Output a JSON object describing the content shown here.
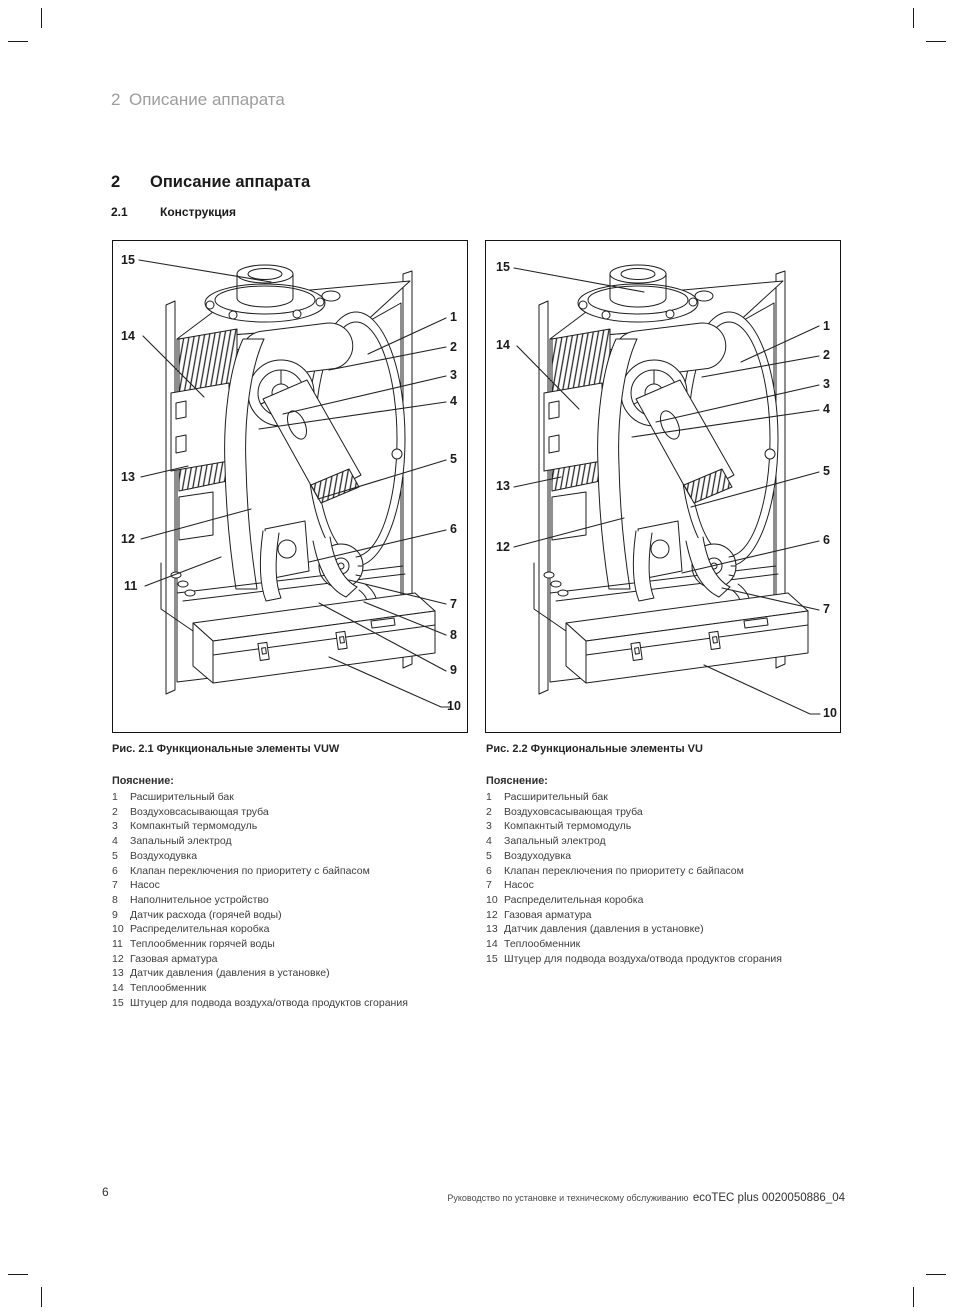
{
  "page": {
    "running_header": {
      "number": "2",
      "title": "Описание аппарата"
    },
    "section": {
      "number": "2",
      "title": "Описание аппарата"
    },
    "subsection": {
      "number": "2.1",
      "title": "Конструкция"
    },
    "footer": {
      "page_number": "6",
      "manual_title": "Руководство по установке и техническому обслуживанию",
      "doc_id": "ecoTEC plus 0020050886_04"
    }
  },
  "figures": [
    {
      "caption": "Рис. 2.1 Функциональные элементы VUW",
      "legend_title": "Пояснение:",
      "legend": [
        {
          "num": "1",
          "text": "Расширительный бак"
        },
        {
          "num": "2",
          "text": "Воздуховсасывающая труба"
        },
        {
          "num": "3",
          "text": "Компакнтый термомодуль"
        },
        {
          "num": "4",
          "text": "Запальный электрод"
        },
        {
          "num": "5",
          "text": "Воздуходувка"
        },
        {
          "num": "6",
          "text": "Клапан переключения по приоритету с байпасом"
        },
        {
          "num": "7",
          "text": "Насос"
        },
        {
          "num": "8",
          "text": "Наполнительное устройство"
        },
        {
          "num": "9",
          "text": "Датчик расхода (горячей воды)"
        },
        {
          "num": "10",
          "text": "Распределительная коробка"
        },
        {
          "num": "11",
          "text": "Теплообменник горячей воды"
        },
        {
          "num": "12",
          "text": "Газовая арматура"
        },
        {
          "num": "13",
          "text": "Датчик давления (давления в установке)"
        },
        {
          "num": "14",
          "text": "Теплообменник"
        },
        {
          "num": "15",
          "text": "Штуцер для подвода воздуха/отвода продуктов сгорания"
        }
      ],
      "callouts": {
        "c1": "1",
        "c2": "2",
        "c3": "3",
        "c4": "4",
        "c5": "5",
        "c6": "6",
        "c7": "7",
        "c8": "8",
        "c9": "9",
        "c10": "10",
        "c11": "11",
        "c12": "12",
        "c13": "13",
        "c14": "14",
        "c15": "15"
      }
    },
    {
      "caption": "Рис. 2.2 Функциональные элементы VU",
      "legend_title": "Пояснение:",
      "legend": [
        {
          "num": "1",
          "text": "Расширительный бак"
        },
        {
          "num": "2",
          "text": "Воздуховсасывающая труба"
        },
        {
          "num": "3",
          "text": "Компакнтый термомодуль"
        },
        {
          "num": "4",
          "text": "Запальный электрод"
        },
        {
          "num": "5",
          "text": "Воздуходувка"
        },
        {
          "num": "6",
          "text": "Клапан переключения по приоритету с байпасом"
        },
        {
          "num": "7",
          "text": "Насос"
        },
        {
          "num": "10",
          "text": "Распределительная коробка"
        },
        {
          "num": "12",
          "text": "Газовая арматура"
        },
        {
          "num": "13",
          "text": "Датчик давления (давления в установке)"
        },
        {
          "num": "14",
          "text": "Теплообменник"
        },
        {
          "num": "15",
          "text": "Штуцер для подвода воздуха/отвода продуктов сгорания"
        }
      ],
      "callouts": {
        "c1": "1",
        "c2": "2",
        "c3": "3",
        "c4": "4",
        "c5": "5",
        "c6": "6",
        "c7": "7",
        "c10": "10",
        "c12": "12",
        "c13": "13",
        "c14": "14",
        "c15": "15"
      }
    }
  ]
}
